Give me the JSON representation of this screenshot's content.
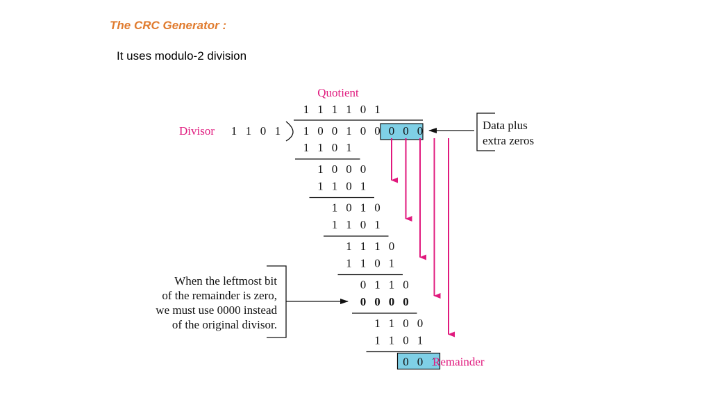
{
  "slide": {
    "title": "The CRC Generator :",
    "subtitle": "It uses modulo-2 division"
  },
  "colors": {
    "title": "#e07b2e",
    "accent": "#e0197d",
    "highlight_box": "#7fd0e6",
    "text": "#111111"
  },
  "diagram": {
    "quotient_label": "Quotient",
    "quotient_bits": [
      "1",
      "1",
      "1",
      "1",
      "0",
      "1"
    ],
    "divisor_label": "Divisor",
    "divisor_bits": [
      "1",
      "1",
      "0",
      "1"
    ],
    "dividend_data_bits": [
      "1",
      "0",
      "0",
      "1",
      "0",
      "0"
    ],
    "dividend_zero_bits": [
      "0",
      "0",
      "0"
    ],
    "data_plus_line1": "Data plus",
    "data_plus_line2": "extra zeros",
    "steps": [
      {
        "start": 0,
        "subtract_bits": [
          "1",
          "1",
          "0",
          "1"
        ],
        "result_bits": [
          "1",
          "0",
          "0",
          "0"
        ],
        "bold": false
      },
      {
        "start": 1,
        "subtract_bits": [
          "1",
          "1",
          "0",
          "1"
        ],
        "result_bits": [
          "1",
          "0",
          "1",
          "0"
        ],
        "bold": false
      },
      {
        "start": 2,
        "subtract_bits": [
          "1",
          "1",
          "0",
          "1"
        ],
        "result_bits": [
          "1",
          "1",
          "1",
          "0"
        ],
        "bold": false
      },
      {
        "start": 3,
        "subtract_bits": [
          "1",
          "1",
          "0",
          "1"
        ],
        "result_bits": [
          "0",
          "1",
          "1",
          "0"
        ],
        "bold": false
      },
      {
        "start": 4,
        "subtract_bits": [
          "0",
          "0",
          "0",
          "0"
        ],
        "result_bits": [
          "1",
          "1",
          "0",
          "0"
        ],
        "bold": true
      },
      {
        "start": 5,
        "subtract_bits": [
          "1",
          "1",
          "0",
          "1"
        ],
        "result_bits": [
          "0",
          "0",
          "1"
        ],
        "bold": false
      }
    ],
    "remainder_label": "Remainder",
    "note_lines": [
      "When the leftmost bit",
      "of the remainder is zero,",
      "we must use 0000 instead",
      "of the original divisor."
    ]
  }
}
